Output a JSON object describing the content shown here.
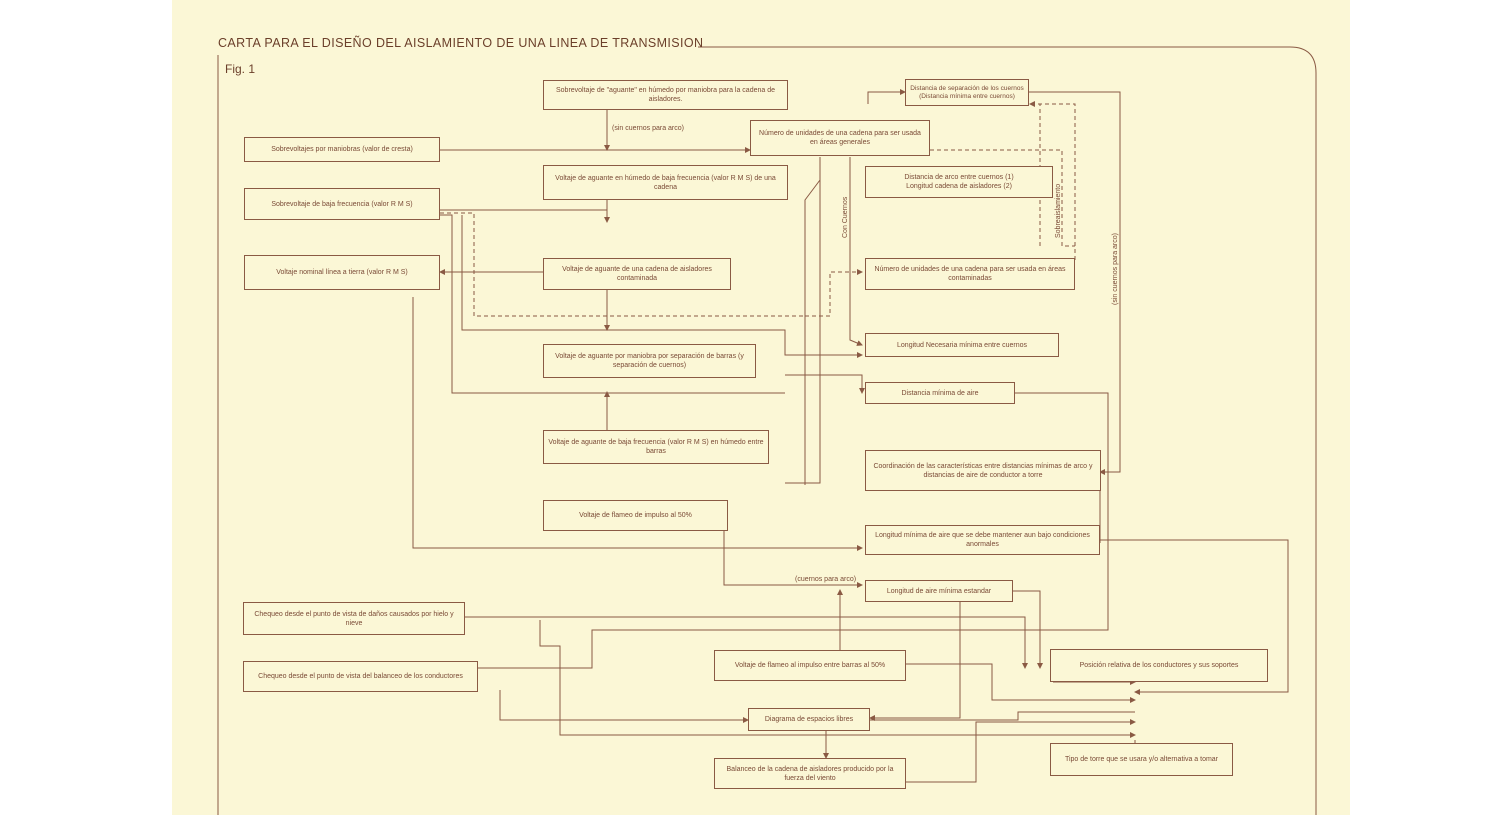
{
  "title": "CARTA PARA EL DISEÑO DEL AISLAMIENTO  DE UNA LINEA DE TRANSMISION",
  "figure_label": "Fig. 1",
  "nodes": {
    "n1": "Sobrevoltaje de \"aguante\" en húmedo por maniobra para la cadena de aisladores.",
    "n2": "Sobrevoltajes por maniobras (valor de cresta)",
    "n3": "Sobrevoltaje de baja frecuencia (valor R M S)",
    "n4": "Voltaje nominal línea a tierra (valor R M S)",
    "n5": "Voltaje de aguante en húmedo de baja frecuencia (valor R M S) de una cadena",
    "n6": "Voltaje de aguante de una cadena de aisladores contaminada",
    "n7": "Voltaje de aguante por maniobra por separación de barras (y separación de cuernos)",
    "n8": "Voltaje de aguante de baja frecuencia (valor R M S) en húmedo entre barras",
    "n9": "Voltaje de flameo de impulso al 50%",
    "n10": "Número de unidades de una cadena para ser usada en áreas generales",
    "n11": "Distancia de separación de los cuernos (Distancia mínima entre cuernos)",
    "n12": "Distancia de arco entre cuernos (1)\nLongitud cadena de aisladores (2)",
    "n13": "Número de unidades de una cadena para ser usada en áreas contaminadas",
    "n14": "Longitud Necesaria mínima entre cuernos",
    "n15": "Distancia mínima de aire",
    "n16": "Coordinación de las características entre distancias mínimas de arco y distancias de aire de conductor a torre",
    "n17": "Longitud mínima de aire que se debe mantener aun bajo condiciones anormales",
    "n18": "Longitud de aire mínima estandar",
    "n19": "Chequeo desde el punto de vista de daños causados por hielo y nieve",
    "n20": "Chequeo desde el punto de vista del balanceo de los conductores",
    "n21": "Voltaje de flameo al impulso entre barras al 50%",
    "n22": "Posición relativa de los conductores y sus soportes",
    "n23": "Diagrama de espacios libres",
    "n24": "Tipo de torre que se usara y/o alternativa a tomar",
    "n25": "Balanceo de la cadena de aisladores producido por la fuerza del viento"
  },
  "edge_labels": {
    "sin_cuernos": "(sin cuernos para arco)",
    "con_cuernos": "Con Cuernos",
    "sobreaislamiento": "Sobreaislamiento",
    "sin_cuernos_vert": "(sin cuernos para arco)",
    "cuernos_para_arco": "(cuernos para arco)"
  },
  "colors": {
    "paper": "#fbf7d6",
    "ink": "#7a4a36",
    "line": "#8a5a44"
  }
}
